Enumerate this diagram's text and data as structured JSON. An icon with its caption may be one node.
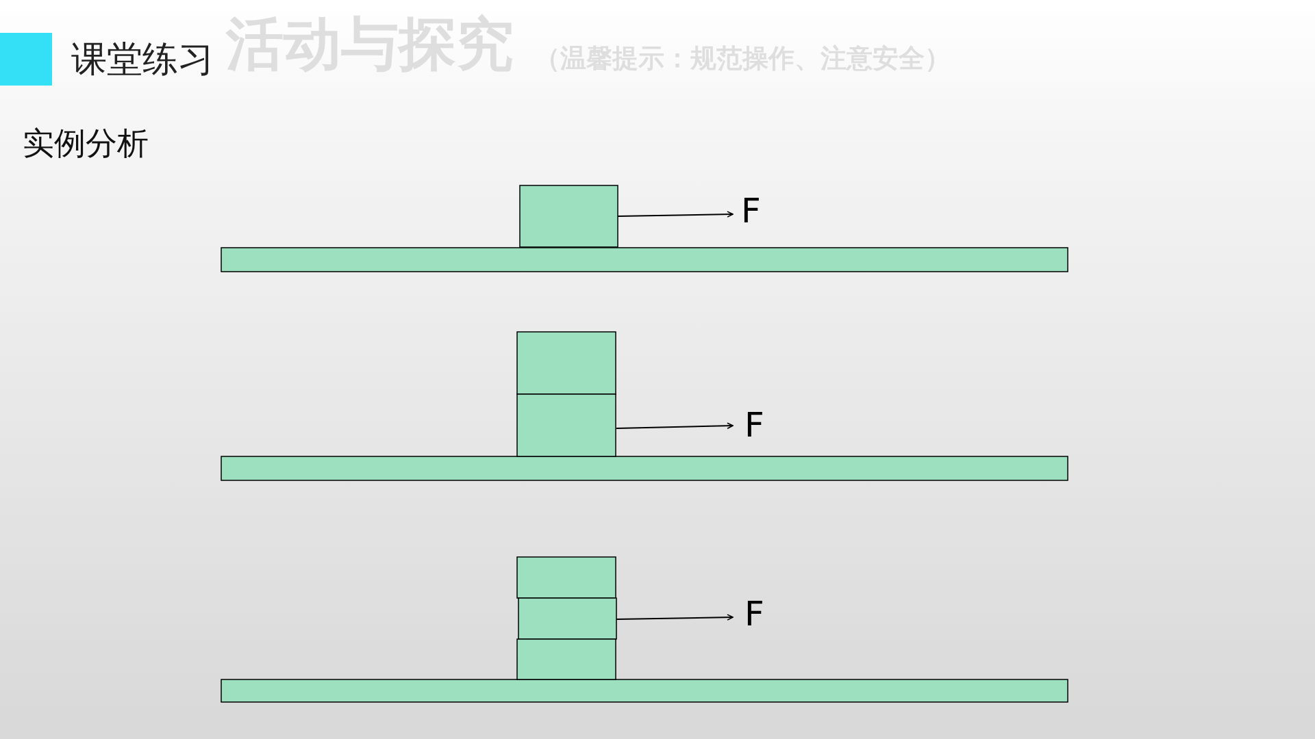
{
  "diagram": {
    "title": "课堂练习",
    "labels": [
      "活动与探究",
      "（温馨提示：规范操作、注意安全）",
      "实例分析",
      "F",
      "F",
      "F"
    ]
  }
}
